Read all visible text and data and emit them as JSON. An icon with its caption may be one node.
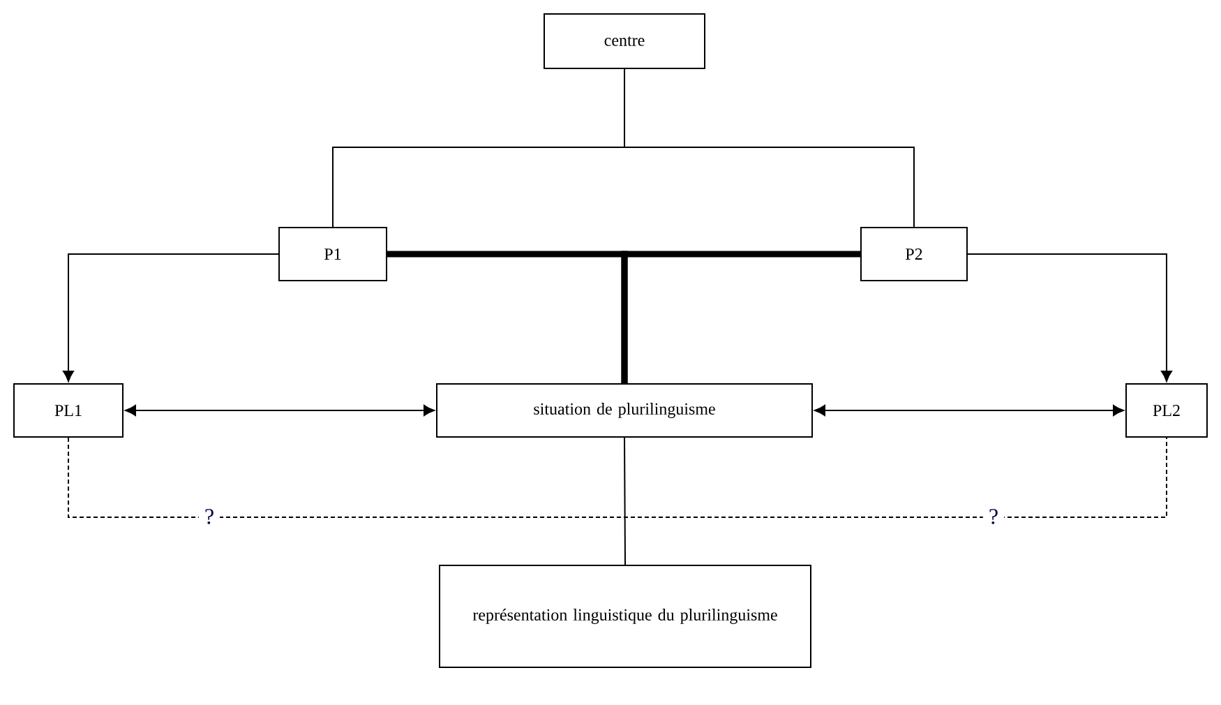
{
  "diagram": {
    "nodes": [
      {
        "text": [
          "centre"
        ]
      },
      {
        "text": [
          "P1"
        ]
      },
      {
        "text": [
          "P2"
        ]
      },
      {
        "text": [
          "PL1"
        ]
      },
      {
        "text": [
          "situation de plurilinguisme"
        ]
      },
      {
        "text": [
          "PL2"
        ]
      },
      {
        "text": [
          "représentation linguistique du plurilinguisme"
        ]
      }
    ],
    "edges": [
      {
        "from": 0,
        "to": 1,
        "arrow": "none"
      },
      {
        "from": 0,
        "to": 2,
        "arrow": "none"
      },
      {
        "from": 1,
        "to": 3,
        "arrow": "to"
      },
      {
        "from": 2,
        "to": 5,
        "arrow": "to"
      },
      {
        "from": 1,
        "to": 4,
        "arrow": "none",
        "style": "thick"
      },
      {
        "from": 2,
        "to": 4,
        "arrow": "none",
        "style": "thick"
      },
      {
        "from": 3,
        "to": 4,
        "arrow": "both"
      },
      {
        "from": 4,
        "to": 5,
        "arrow": "both"
      },
      {
        "from": 4,
        "to": 6,
        "arrow": "none"
      },
      {
        "from": 3,
        "to": 5,
        "arrow": "none",
        "style": "dashed",
        "label": "?"
      }
    ],
    "labels": [
      "?"
    ]
  }
}
